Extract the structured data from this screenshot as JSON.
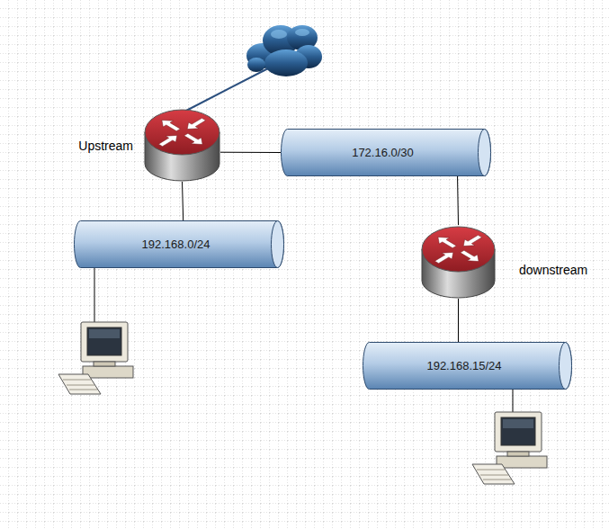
{
  "diagram": {
    "nodes": [
      {
        "text": [
          "Upstream"
        ]
      },
      {
        "text": [
          "172.16.0/30"
        ]
      },
      {
        "text": [
          "192.168.0/24"
        ]
      },
      {
        "text": [
          "downstream"
        ]
      },
      {
        "text": [
          "192.168.15/24"
        ]
      }
    ],
    "edges": [
      {
        "from": 0,
        "to": 1,
        "arrow": "none"
      },
      {
        "from": 1,
        "to": 3,
        "arrow": "none"
      },
      {
        "from": 0,
        "to": 2,
        "arrow": "none"
      },
      {
        "from": 3,
        "to": 4,
        "arrow": "none"
      }
    ]
  }
}
